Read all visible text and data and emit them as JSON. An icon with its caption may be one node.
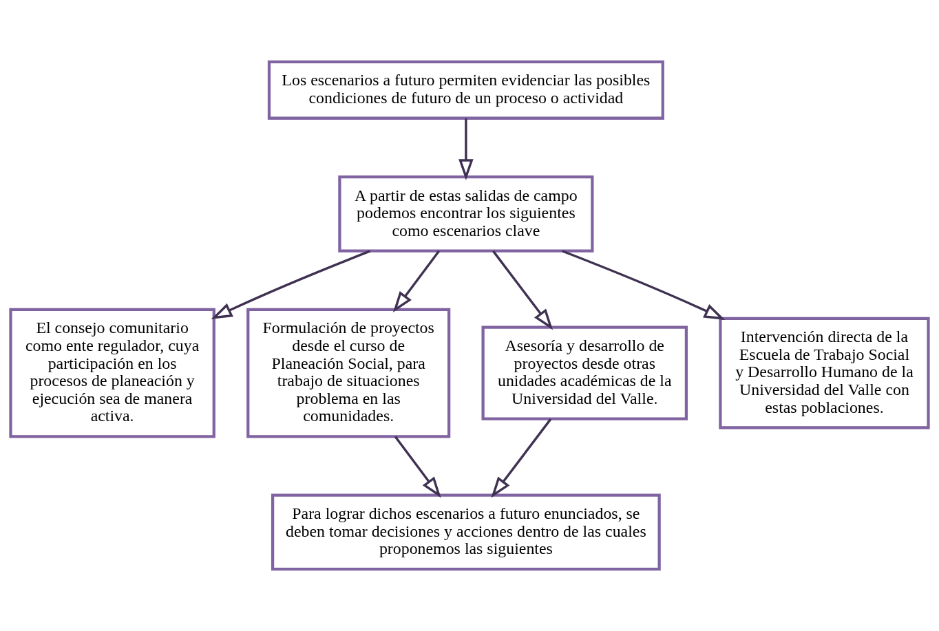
{
  "diagram": {
    "nodes": [
      {
        "text": [
          "Los escenarios a futuro permiten evidenciar las posibles condiciones de futuro de un proceso o actividad"
        ]
      },
      {
        "text": [
          "A partir de estas salidas de campo podemos encontrar los siguientes como escenarios clave"
        ]
      },
      {
        "text": [
          "El consejo comunitario como ente regulador, cuya participación en los procesos de planeación y ejecución sea de manera activa."
        ]
      },
      {
        "text": [
          "Formulación de proyectos desde el curso de Planeación Social, para trabajo de situaciones problema en las comunidades."
        ]
      },
      {
        "text": [
          "Asesoría y desarrollo de proyectos desde otras unidades académicas de la Universidad del Valle."
        ]
      },
      {
        "text": [
          "Intervención directa de la Escuela de Trabajo Social y Desarrollo Humano de la Universidad del Valle con estas poblaciones."
        ]
      },
      {
        "text": [
          "Para lograr dichos escenarios a futuro enunciados, se deben tomar decisiones y acciones dentro de las cuales proponemos las siguientes"
        ]
      }
    ],
    "edges": [
      {
        "from": 0,
        "to": 1,
        "arrow": "to"
      },
      {
        "from": 1,
        "to": 2,
        "arrow": "to"
      },
      {
        "from": 1,
        "to": 3,
        "arrow": "to"
      },
      {
        "from": 1,
        "to": 4,
        "arrow": "to"
      },
      {
        "from": 1,
        "to": 5,
        "arrow": "to"
      },
      {
        "from": 3,
        "to": 6,
        "arrow": "to"
      },
      {
        "from": 4,
        "to": 6,
        "arrow": "to"
      }
    ]
  }
}
